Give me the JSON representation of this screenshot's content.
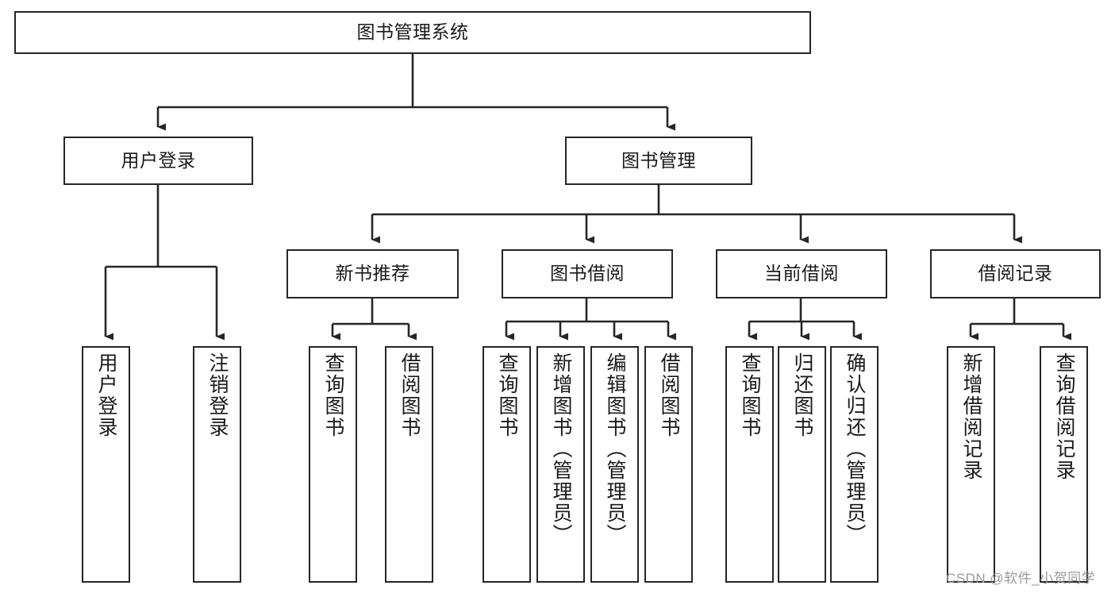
{
  "diagram": {
    "type": "tree-hierarchy",
    "title": "图书管理系统",
    "watermark": "CSDN @软件_小贺同学",
    "colors": {
      "stroke": "#262626",
      "background": "#ffffff",
      "text": "#1a1a1a",
      "watermark": "#9a9a9a"
    },
    "nodes": {
      "root": {
        "label": "图书管理系统",
        "level": 0
      },
      "level1": [
        {
          "id": "user-login",
          "label": "用户登录"
        },
        {
          "id": "book-management",
          "label": "图书管理"
        }
      ],
      "level2": [
        {
          "id": "new-book-recommend",
          "label": "新书推荐",
          "parent": "book-management"
        },
        {
          "id": "book-borrow",
          "label": "图书借阅",
          "parent": "book-management"
        },
        {
          "id": "current-borrow",
          "label": "当前借阅",
          "parent": "book-management"
        },
        {
          "id": "borrow-record",
          "label": "借阅记录",
          "parent": "book-management"
        }
      ],
      "leaves": {
        "user-login": [
          {
            "id": "leaf-user-login",
            "label": "用户登录"
          },
          {
            "id": "leaf-logout-login",
            "label": "注销登录"
          }
        ],
        "new-book-recommend": [
          {
            "id": "leaf-query-book-1",
            "label": "查询图书"
          },
          {
            "id": "leaf-borrow-book-1",
            "label": "借阅图书"
          }
        ],
        "book-borrow": [
          {
            "id": "leaf-query-book-2",
            "label": "查询图书"
          },
          {
            "id": "leaf-add-book-admin",
            "label": "新增图书（管理员）"
          },
          {
            "id": "leaf-edit-book-admin",
            "label": "编辑图书（管理员）"
          },
          {
            "id": "leaf-borrow-book-2",
            "label": "借阅图书"
          }
        ],
        "current-borrow": [
          {
            "id": "leaf-query-book-3",
            "label": "查询图书"
          },
          {
            "id": "leaf-return-book",
            "label": "归还图书"
          },
          {
            "id": "leaf-confirm-return-admin",
            "label": "确认归还（管理员）"
          }
        ],
        "borrow-record": [
          {
            "id": "leaf-add-borrow-record",
            "label": "新增借阅记录"
          },
          {
            "id": "leaf-query-borrow-record",
            "label": "查询借阅记录"
          }
        ]
      }
    }
  }
}
